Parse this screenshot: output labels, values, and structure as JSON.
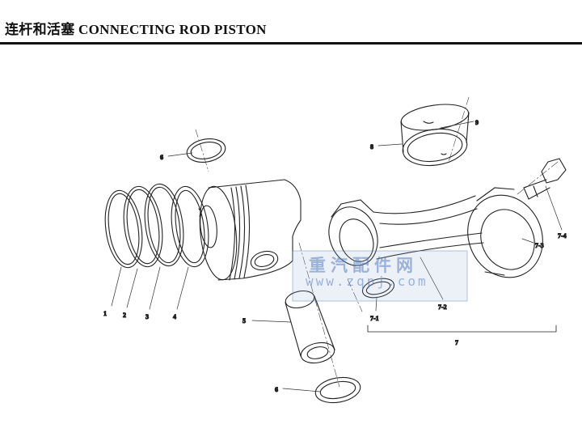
{
  "title": "连杆和活塞 CONNECTING ROD PISTON",
  "callouts": {
    "c1": "1",
    "c2": "2",
    "c3": "3",
    "c4": "4",
    "c5": "5",
    "c6_top": "6",
    "c6_bottom": "6",
    "c7": "7",
    "c7_1": "7-1",
    "c7_2": "7-2",
    "c7_3": "7-3",
    "c7_4": "7-4",
    "c8": "8",
    "c9": "9"
  },
  "watermark": {
    "text_cn": "重汽配件网",
    "text_url": "www.zqpj.com"
  }
}
